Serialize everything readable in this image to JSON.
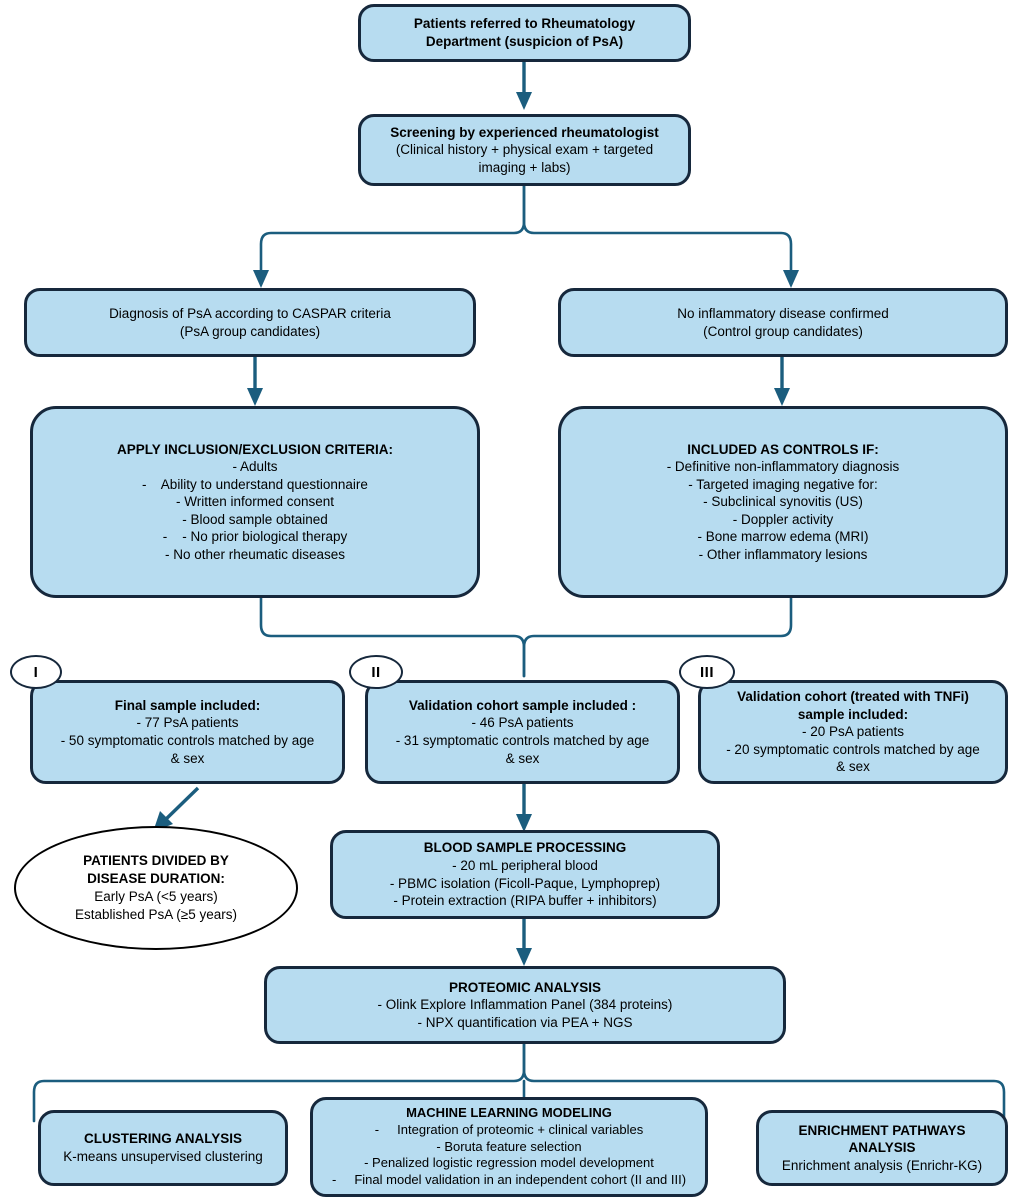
{
  "figure": {
    "type": "flowchart",
    "title": "Study design flowchart: PsA proteomic cohort",
    "colors": {
      "node_fill": "#b7dcf0",
      "node_border": "#16283c",
      "connector": "#1b5d7e",
      "ellipse_fill": "#ffffff",
      "ellipse_border": "#000000"
    }
  },
  "nodes": {
    "referral": {
      "title": "Patients referred to Rheumatology",
      "title2": "Department (suspicion of PsA)"
    },
    "screening": {
      "title": "Screening by experienced rheumatologist",
      "l1": "(Clinical history + physical exam + targeted",
      "l2": "imaging + labs)"
    },
    "psa_branch": {
      "l1": "Diagnosis of PsA according to CASPAR criteria",
      "l2": "(PsA group candidates)"
    },
    "control_branch": {
      "l1": "No inflammatory disease confirmed",
      "l2": "(Control group candidates)"
    },
    "inclusion": {
      "title": "APPLY INCLUSION/EXCLUSION CRITERIA:",
      "l1": "- Adults",
      "l2": "-    Ability to understand questionnaire",
      "l3": "- Written informed consent",
      "l4": "- Blood sample obtained",
      "l5": "-    - No prior biological therapy",
      "l6": "- No other rheumatic diseases"
    },
    "controls_if": {
      "title": "INCLUDED AS CONTROLS IF:",
      "l1": "- Definitive non-inflammatory diagnosis",
      "l2": "- Targeted imaging negative for:",
      "l3": "- Subclinical synovitis (US)",
      "l4": "- Doppler activity",
      "l5": "- Bone marrow edema (MRI)",
      "l6": "- Other inflammatory lesions"
    },
    "cohort_1": {
      "badge": "I",
      "title": "Final sample included:",
      "l1": "- 77 PsA patients",
      "l2": "- 50 symptomatic controls matched by age",
      "l3": "& sex"
    },
    "cohort_2": {
      "badge": "II",
      "title": "Validation cohort sample included :",
      "l1": "- 46 PsA patients",
      "l2": "- 31 symptomatic controls matched by age",
      "l3": "& sex"
    },
    "cohort_3": {
      "badge": "III",
      "title": "Validation cohort (treated with TNFi)",
      "title2": "sample included:",
      "l1": "- 20 PsA patients",
      "l2": "- 20 symptomatic controls matched by age",
      "l3": "& sex"
    },
    "disease_duration": {
      "title": "PATIENTS DIVIDED BY",
      "title2": "DISEASE DURATION:",
      "l1": "Early PsA (<5 years)",
      "l2": "Established PsA (≥5 years)"
    },
    "blood_processing": {
      "title": "BLOOD SAMPLE PROCESSING",
      "l1": "- 20 mL peripheral blood",
      "l2": "- PBMC isolation (Ficoll-Paque, Lymphoprep)",
      "l3": "- Protein extraction (RIPA buffer + inhibitors)"
    },
    "proteomic": {
      "title": "PROTEOMIC ANALYSIS",
      "l1": "- Olink Explore Inflammation Panel (384 proteins)",
      "l2": "- NPX quantification via PEA + NGS"
    },
    "clustering": {
      "title": "CLUSTERING ANALYSIS",
      "l1": "K-means unsupervised clustering"
    },
    "ml": {
      "title": "MACHINE LEARNING MODELING",
      "l1": "-     Integration of proteomic + clinical variables",
      "l2": "- Boruta feature selection",
      "l3": "- Penalized logistic regression model development",
      "l4": "-     Final model validation in an independent cohort (II and III)"
    },
    "enrichment": {
      "title": "ENRICHMENT PATHWAYS",
      "title2": "ANALYSIS",
      "l1": "Enrichment analysis (Enrichr-KG)"
    }
  }
}
